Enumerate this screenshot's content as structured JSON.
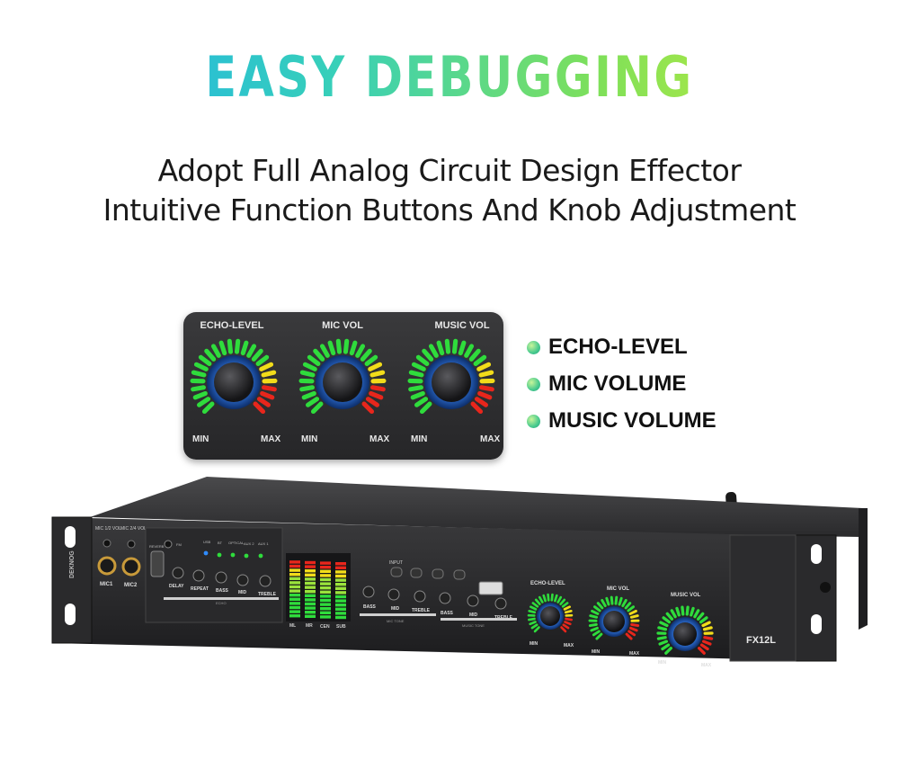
{
  "headline": "EASY DEBUGGING",
  "subtitle_line1": "Adopt Full Analog Circuit Design Effector",
  "subtitle_line2": "Intuitive Function Buttons And Knob Adjustment",
  "panel": {
    "knobs": [
      {
        "label": "ECHO-LEVEL",
        "min": "MIN",
        "max": "MAX"
      },
      {
        "label": "MIC VOL",
        "min": "MIN",
        "max": "MAX"
      },
      {
        "label": "MUSIC VOL",
        "min": "MIN",
        "max": "MAX"
      }
    ]
  },
  "features": [
    "ECHO-LEVEL",
    "MIC VOLUME",
    "MUSIC VOLUME"
  ],
  "device": {
    "model": "FX12L",
    "brand": "DEKNOG",
    "mic_labels": [
      "MIC1",
      "MIC2",
      "MIC 1/2 VOL",
      "MIC 2/4 VOL"
    ],
    "reverb": "REVERB",
    "echo_knobs": [
      "DELAY",
      "REPEAT",
      "BASS",
      "MID",
      "TREBLE"
    ],
    "echo_group": "ECHO",
    "inputs": [
      "FM",
      "USB",
      "BT",
      "OPTICAL",
      "AUX 2",
      "AUX 1"
    ],
    "meters": [
      "ML",
      "MR",
      "CEN",
      "SUB"
    ],
    "input_btn": "INPUT",
    "mic_tone": [
      "BASS",
      "MID",
      "TREBLE"
    ],
    "mic_tone_group": "MIC TONE",
    "music_tone": [
      "BASS",
      "MID",
      "TREBLE"
    ],
    "music_tone_group": "MUSIC TONE",
    "big_knobs": [
      "ECHO-LEVEL",
      "MIC VOL",
      "MUSIC VOL"
    ],
    "min": "MIN",
    "max": "MAX"
  },
  "colors": {
    "ring_green": "#2fdc3c",
    "ring_yellow": "#f2dc1a",
    "ring_red": "#e8261c",
    "knob_blue": "#2f72d8",
    "panel": "#2d2d2f"
  }
}
